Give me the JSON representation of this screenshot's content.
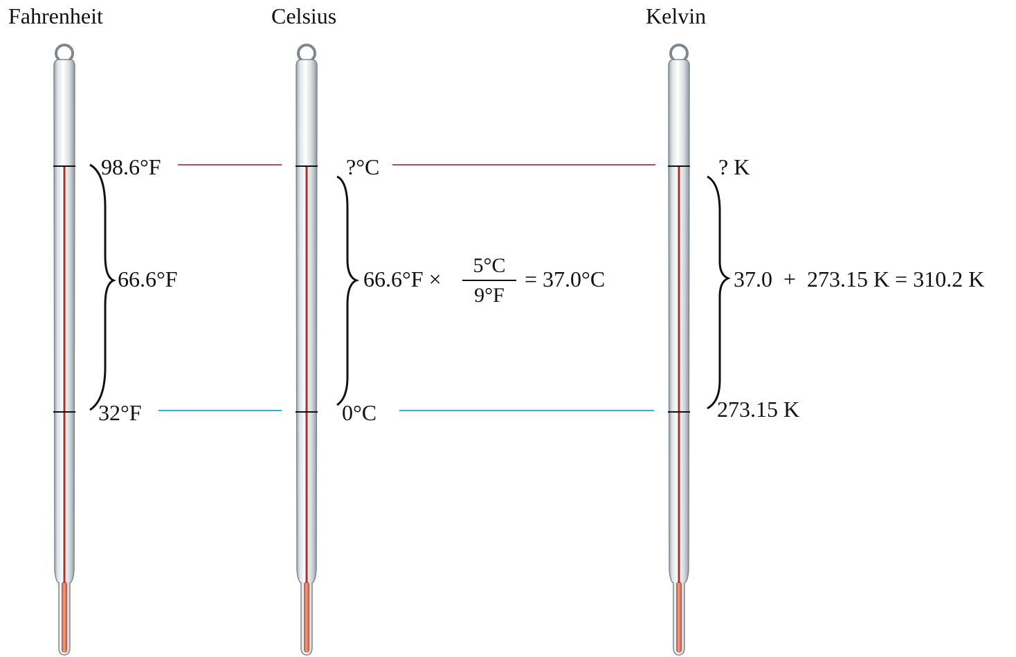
{
  "colors": {
    "hot_line": "#c2417e",
    "cold_line": "#3aa9c8",
    "mercury": "#a8322a",
    "bulb": "#d9705a",
    "glass_edge": "#8c959c",
    "glass_fill": "#e8ecef"
  },
  "thermometers": {
    "fahrenheit": {
      "title": "Fahrenheit",
      "top_label": "98.6°F",
      "bottom_label": "32°F",
      "interval_label": "66.6°F"
    },
    "celsius": {
      "title": "Celsius",
      "top_label": "?°C",
      "bottom_label": "0°C",
      "eq_left": "66.6°F ×",
      "frac_num": "5°C",
      "frac_den": "9°F",
      "eq_right": "= 37.0°C"
    },
    "kelvin": {
      "title": "Kelvin",
      "top_label": "? K",
      "bottom_label": "273.15 K",
      "equation": "37.0  +  273.15 K = 310.2 K"
    }
  }
}
